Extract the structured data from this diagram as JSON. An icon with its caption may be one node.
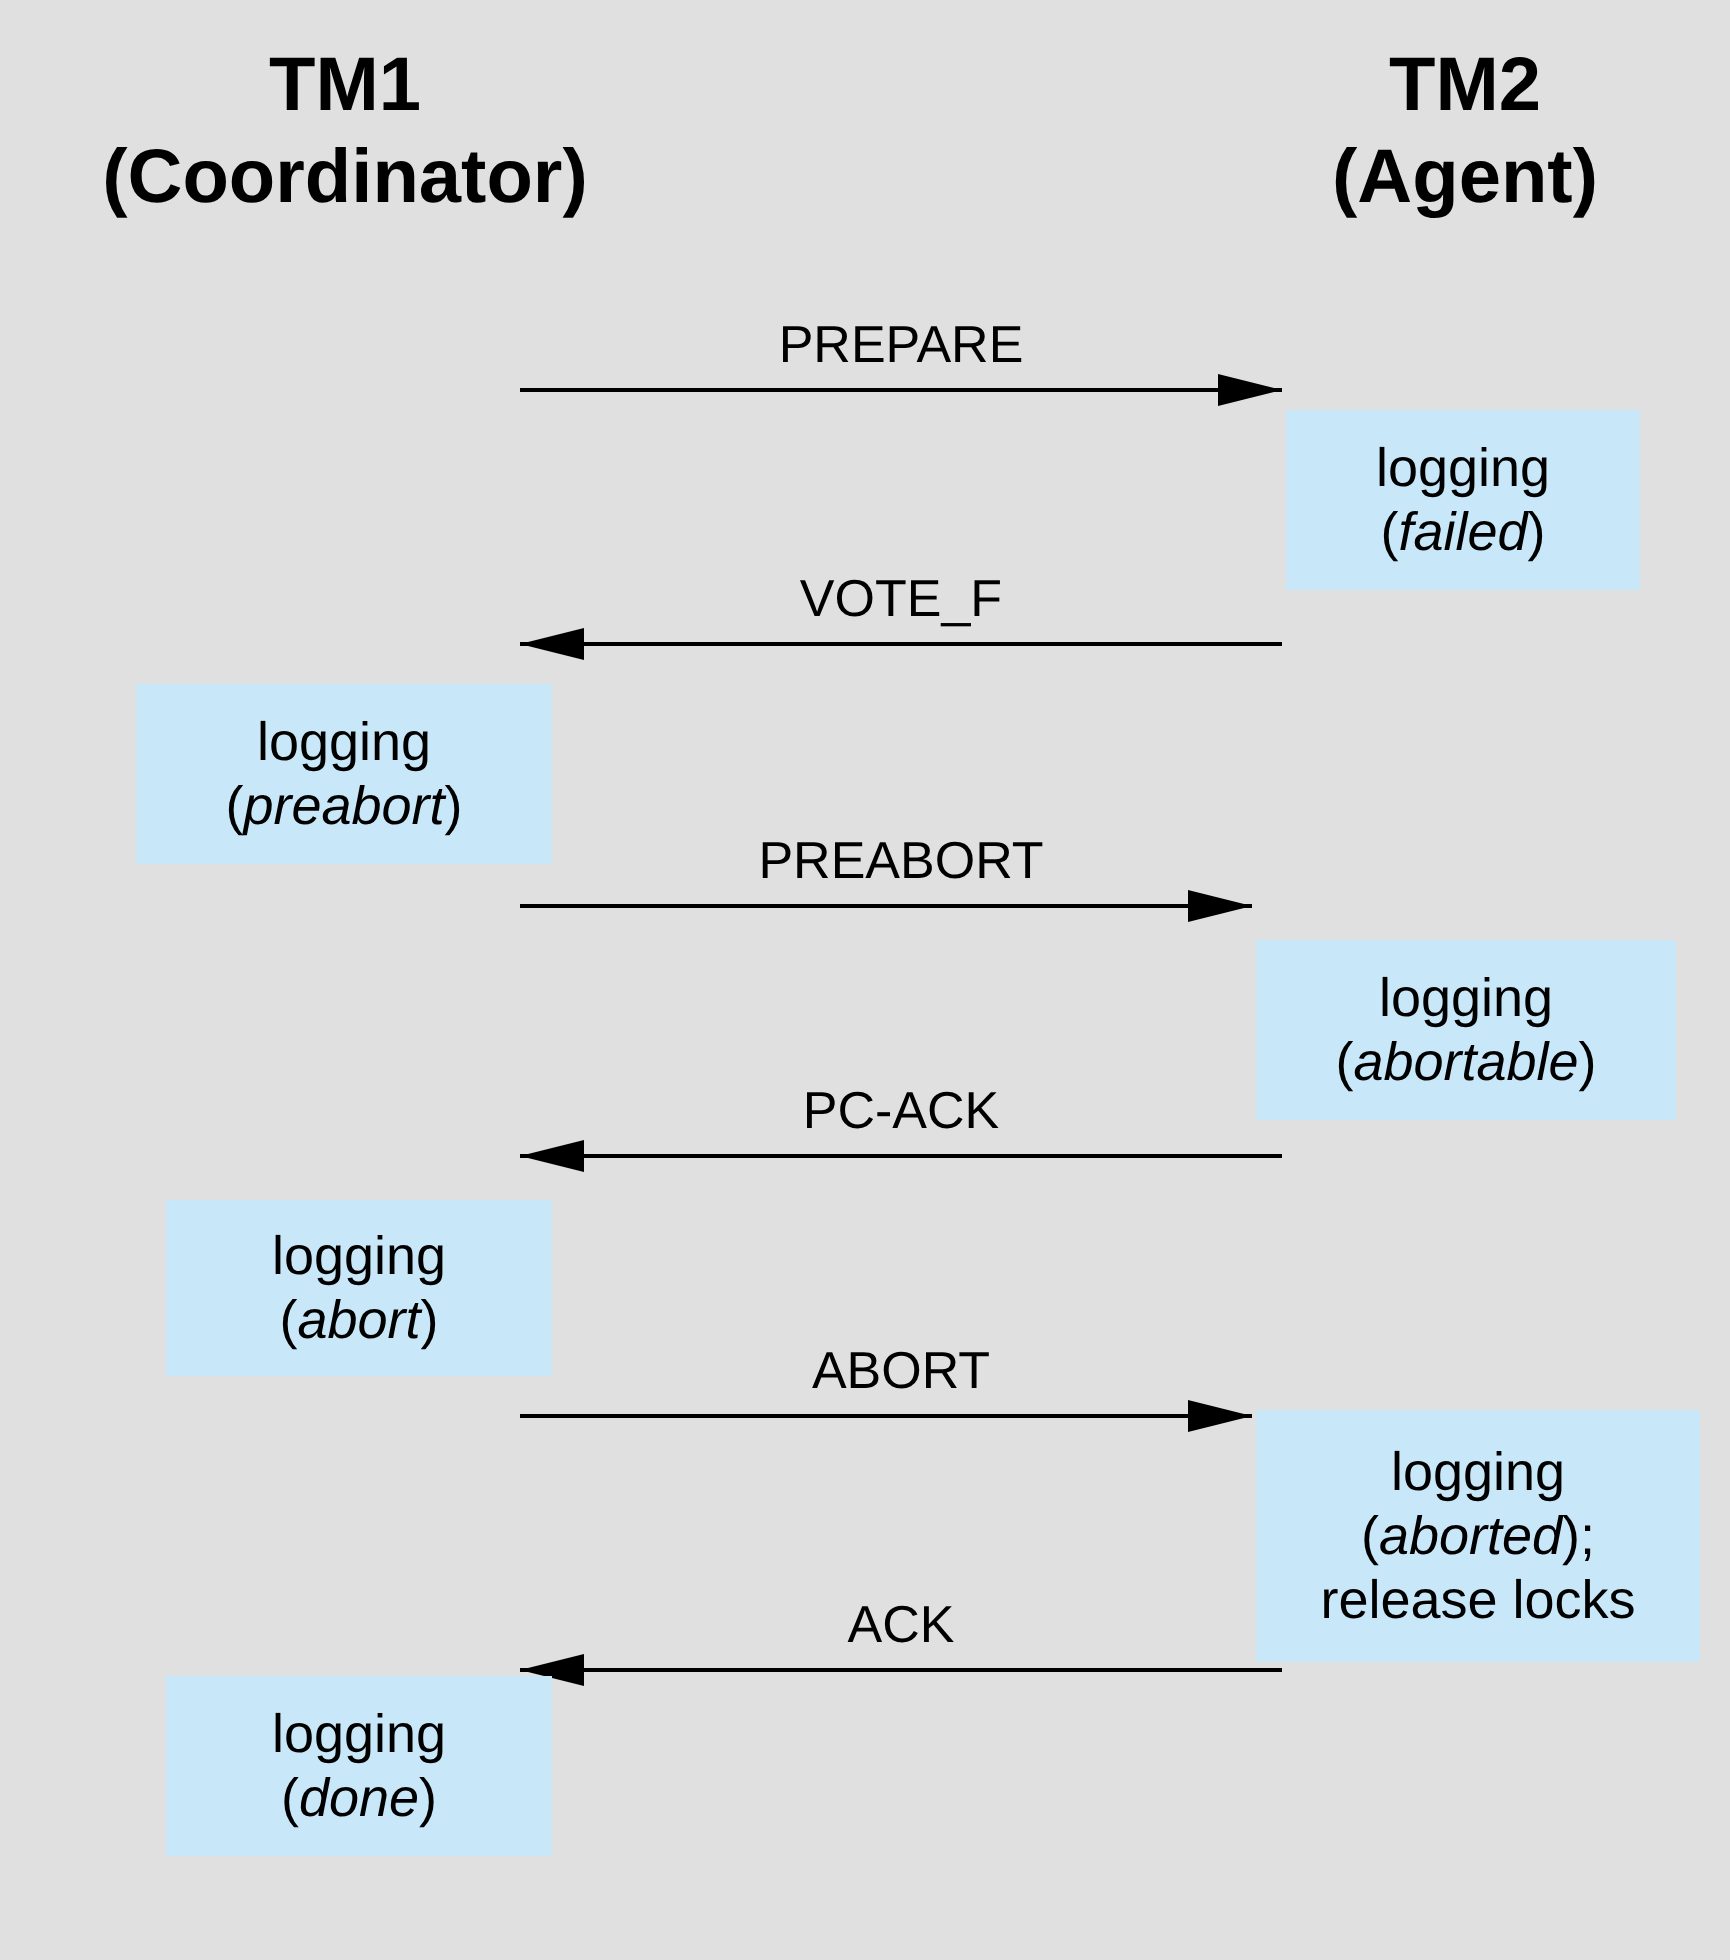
{
  "diagram": {
    "nodes": [
      {
        "text": [
          "TM1 (Coordinator)"
        ]
      },
      {
        "text": [
          "TM2 (Agent)"
        ]
      },
      {
        "text": [
          "logging (*failed*)"
        ]
      },
      {
        "text": [
          "logging (*preabort*)"
        ]
      },
      {
        "text": [
          "logging (*abortable*)"
        ]
      },
      {
        "text": [
          "logging (*abort*)"
        ]
      },
      {
        "text": [
          "logging (*aborted*); release locks"
        ]
      },
      {
        "text": [
          "logging (*done*)"
        ]
      }
    ],
    "edges": [
      {
        "from": null,
        "to": 2,
        "arrow": "to",
        "label": "PREPARE"
      },
      {
        "from": 2,
        "to": 3,
        "arrow": "to",
        "label": "VOTE_F"
      },
      {
        "from": 3,
        "to": 4,
        "arrow": "to",
        "label": "PREABORT"
      },
      {
        "from": 4,
        "to": 5,
        "arrow": "to",
        "label": "PC-ACK"
      },
      {
        "from": 5,
        "to": 6,
        "arrow": "to",
        "label": "ABORT"
      },
      {
        "from": 6,
        "to": 7,
        "arrow": "to",
        "label": "ACK"
      }
    ]
  }
}
